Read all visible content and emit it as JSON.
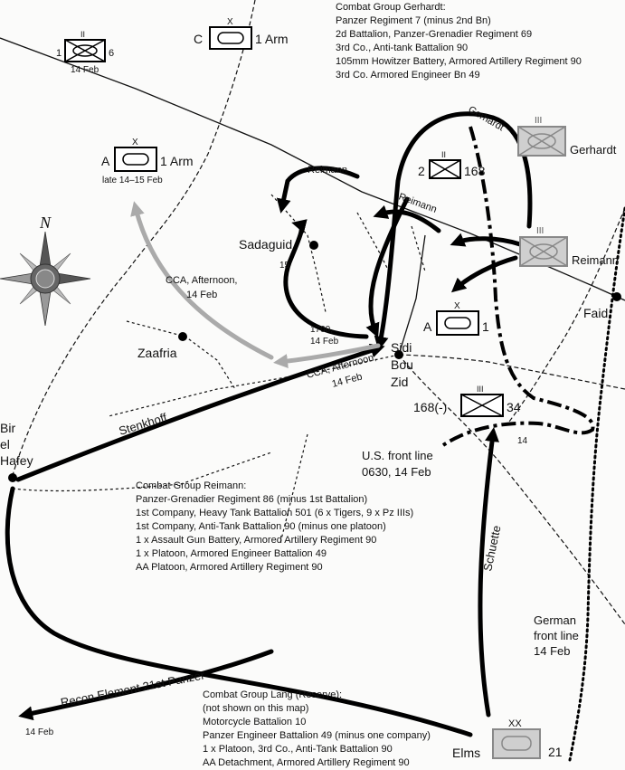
{
  "map": {
    "towns": {
      "sadaguid": "Sadaguid",
      "sidi": "Sidi",
      "bou": "Bou",
      "zid": "Zid",
      "zaafria": "Zaafria",
      "faid": "Faid",
      "bir": "Bir",
      "el": "el",
      "hafey": "Hafey",
      "elms": "Elms"
    },
    "units": {
      "u1_6_left": "1",
      "u1_6_right": "6",
      "u1_6_date": "14 Feb",
      "c_letter": "C",
      "c_label": "1 Arm",
      "a_top_letter": "A",
      "a_top_label": "1 Arm",
      "a_top_date": "late 14–15 Feb",
      "u2_168_left": "2",
      "u2_168_right": "168",
      "gerhardt_unit": "Gerhardt",
      "reimann_unit": "Reimann",
      "a_mid_letter": "A",
      "a_mid_right": "1",
      "u168_left": "168(-)",
      "u168_right": "34",
      "elms_right": "21"
    },
    "routes": {
      "gerhardt": "Gerhardt",
      "reimann_a": "Reimann",
      "reimann_b": "Reimann",
      "stenkhoff": "Stenkhoff",
      "schuette": "Schuette",
      "recon": "Recon Element 21st Panzer",
      "recon_date": "14 Feb",
      "cca_a1": "CCA, Afternoon,",
      "cca_a2": "14 Feb",
      "cca_b1": "CCA, Afternoon,",
      "cca_b2": "14 Feb",
      "t1700_a": "1700,",
      "t1700_b": "14 Feb",
      "num15": "15",
      "num14": "14"
    },
    "lines": {
      "us_1": "U.S. front line",
      "us_2": "0630, 14 Feb",
      "ger_1": "German",
      "ger_2": "front line",
      "ger_3": "14 Feb"
    },
    "compass": "N",
    "groups": {
      "gerhardt": {
        "title": "Combat Group Gerhardt:",
        "lines": [
          "Panzer Regiment 7 (minus 2nd Bn)",
          "2d Battalion, Panzer-Grenadier Regiment 69",
          "3rd Co., Anti-tank Battalion 90",
          "105mm Howitzer Battery, Armored Artillery Regiment 90",
          "3rd Co. Armored Engineer Bn 49"
        ]
      },
      "reimann": {
        "title": "Combat Group Reimann:",
        "lines": [
          "Panzer-Grenadier Regiment 86 (minus 1st Battalion)",
          "1st Company, Heavy Tank Battalion 501 (6 x Tigers, 9 x Pz IIIs)",
          "1st Company, Anti-Tank Battalion 90 (minus one platoon)",
          "1 x Assault Gun Battery, Armored Artillery Regiment 90",
          "1 x Platoon, Armored Engineer Battalion 49",
          "AA Platoon, Armored Artillery Regiment 90"
        ]
      },
      "lang": {
        "title": "Combat Group Lang (Reserve):",
        "lines": [
          "(not shown on this map)",
          "Motorcycle Battalion 10",
          "Panzer Engineer Battalion 49 (minus one company)",
          "1 x Platoon, 3rd Co., Anti-Tank Battalion 90",
          "AA Detachment, Armored Artillery Regiment 90"
        ]
      }
    },
    "colors": {
      "axis_arrow": "#000000",
      "us_arrow": "#aaaaaa",
      "german_unit_fill": "#cfcfcf"
    }
  }
}
